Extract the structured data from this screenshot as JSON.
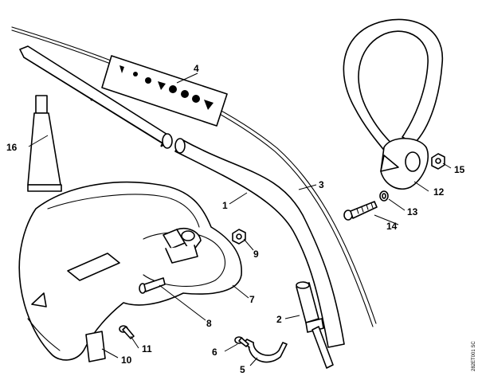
{
  "diagram": {
    "drawing_code": "282ET001 SC",
    "callouts": {
      "c1": "1",
      "c2": "2",
      "c3": "3",
      "c4": "4",
      "c5": "5",
      "c6": "6",
      "c7": "7",
      "c8": "8",
      "c9": "9",
      "c10": "10",
      "c11": "11",
      "c12": "12",
      "c13": "13",
      "c14": "14",
      "c15": "15",
      "c16": "16"
    }
  }
}
